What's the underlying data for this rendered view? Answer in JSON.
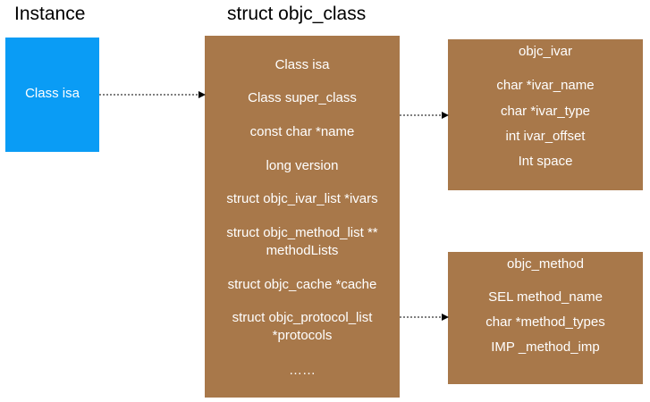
{
  "headings": {
    "instance": "Instance",
    "struct": "struct objc_class"
  },
  "instance_box": {
    "field": "Class isa"
  },
  "class_box": {
    "fields": [
      "Class isa",
      "Class super_class",
      "const char *name",
      "long version",
      "struct objc_ivar_list *ivars",
      "struct objc_method_list **",
      "methodLists",
      "struct objc_cache *cache",
      "struct objc_protocol_list",
      "*protocols",
      "……"
    ]
  },
  "ivar_box": {
    "title": "objc_ivar",
    "fields": [
      "char *ivar_name",
      "char *ivar_type",
      "int ivar_offset",
      "Int space"
    ]
  },
  "method_box": {
    "title": "objc_method",
    "fields": [
      "SEL method_name",
      "char *method_types",
      "IMP _method_imp"
    ]
  },
  "colors": {
    "instance_fill": "#0a9cf5",
    "struct_fill": "#a8784a",
    "text_on_box": "#ffffff",
    "arrow": "#000000"
  }
}
